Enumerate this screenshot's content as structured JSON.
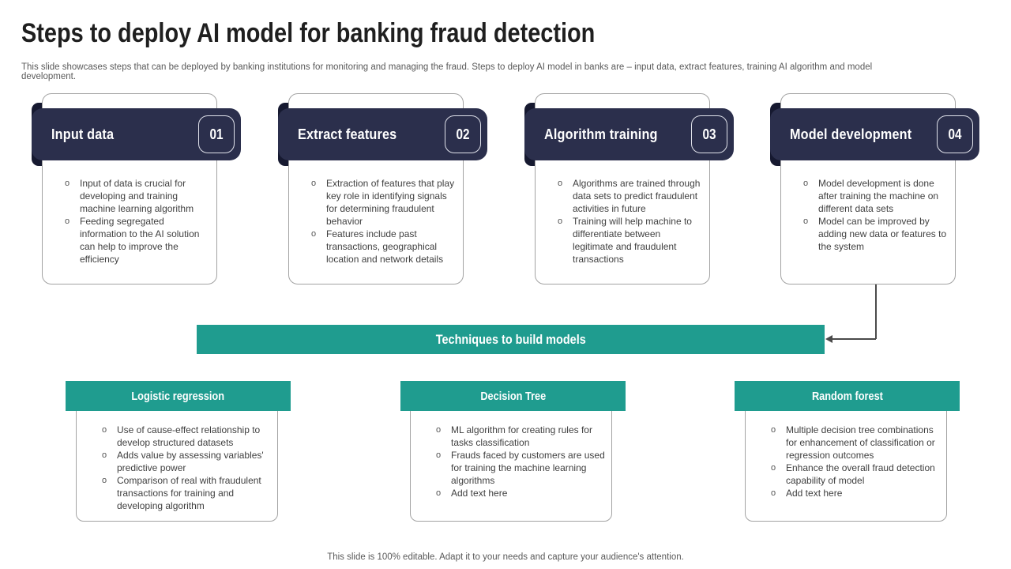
{
  "slide": {
    "title": "Steps to deploy AI model for banking fraud detection",
    "subtitle": "This slide showcases steps that can be deployed by banking institutions for monitoring and managing the fraud. Steps to deploy AI model in banks are – input data, extract features, training AI algorithm and model development.",
    "footer": "This slide is 100% editable. Adapt it to your needs and capture your audience's attention."
  },
  "steps": [
    {
      "number": "01",
      "title": "Input data",
      "bullets": [
        "Input of data is crucial for developing and training machine learning algorithm",
        "Feeding segregated information to the AI solution can help to improve the efficiency"
      ]
    },
    {
      "number": "02",
      "title": "Extract features",
      "bullets": [
        "Extraction of features that play key role in identifying signals for determining fraudulent behavior",
        "Features include past transactions, geographical location and network details"
      ]
    },
    {
      "number": "03",
      "title": "Algorithm training",
      "bullets": [
        "Algorithms are trained through data sets to predict fraudulent activities in future",
        "Training will help machine to differentiate between legitimate and fraudulent transactions"
      ]
    },
    {
      "number": "04",
      "title": "Model development",
      "bullets": [
        "Model development is done after training the machine on different data sets",
        "Model can be improved by adding new data or features to the system"
      ]
    }
  ],
  "banner": {
    "label": "Techniques to build models"
  },
  "techniques": [
    {
      "title": "Logistic regression",
      "bullets": [
        "Use of cause-effect relationship to develop structured datasets",
        "Adds value by assessing variables' predictive power",
        "Comparison of real with fraudulent transactions for training and developing algorithm"
      ]
    },
    {
      "title": "Decision Tree",
      "bullets": [
        "ML algorithm for creating rules for tasks classification",
        "Frauds faced by customers are used for training the machine learning algorithms",
        "Add text here"
      ]
    },
    {
      "title": "Random forest",
      "bullets": [
        "Multiple decision tree combinations for enhancement of classification or regression outcomes",
        "Enhance the overall fraud detection capability of model",
        "Add text here"
      ]
    }
  ],
  "colors": {
    "navy": "#2b2f4c",
    "navy_fold": "#161930",
    "teal": "#1f9c8f",
    "title_text": "#1f1f1f",
    "body_text": "#404040",
    "muted_text": "#595959",
    "card_border": "#a3a3a3",
    "arrow": "#4a4a4a"
  }
}
